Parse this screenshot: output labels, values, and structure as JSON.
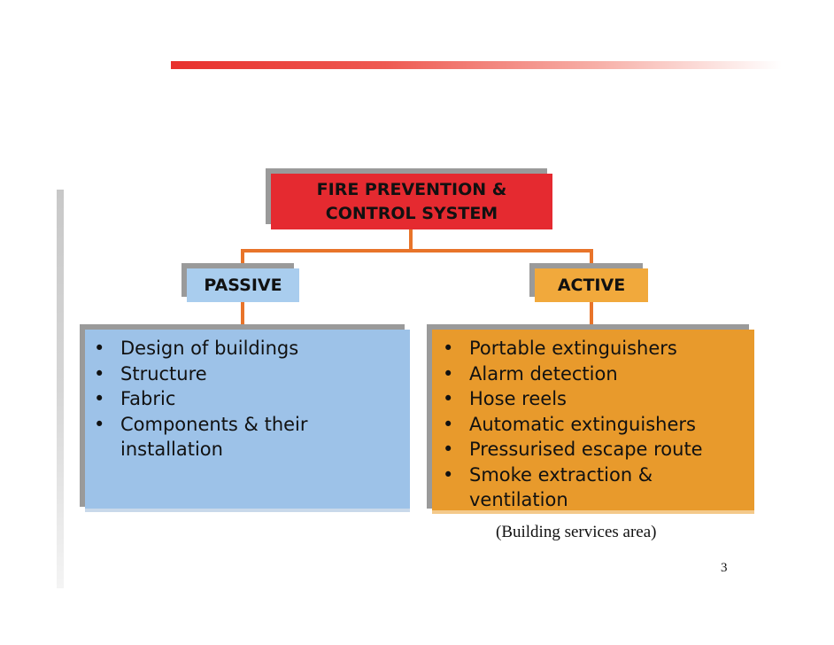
{
  "root": {
    "line1": "FIRE PREVENTION &",
    "line2": "CONTROL SYSTEM"
  },
  "passive": {
    "label": "PASSIVE",
    "items": [
      "Design of buildings",
      "Structure",
      "Fabric",
      "Components & their installation"
    ]
  },
  "active": {
    "label": "ACTIVE",
    "items": [
      "Portable extinguishers",
      "Alarm detection",
      "Hose reels",
      "Automatic extinguishers",
      "Pressurised escape route",
      "Smoke extraction & ventilation"
    ]
  },
  "caption": "(Building services area)",
  "page_number": "3",
  "colors": {
    "root_fill": "#e52a30",
    "passive_fill": "#9dc2e8",
    "active_fill": "#e89a2c",
    "connector": "#e8742a"
  }
}
